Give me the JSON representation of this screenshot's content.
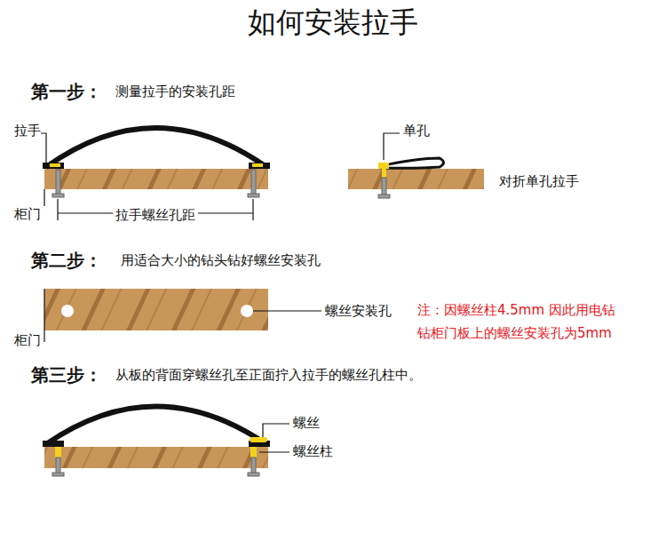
{
  "diagram": {
    "title": "如何安装拉手",
    "labels": [
      "第一步：",
      "测量拉手的安装孔距",
      "拉手",
      "柜门",
      "拉手螺丝孔距",
      "单孔",
      "对折单孔拉手",
      "第二步：",
      "用适合大小的钻头钻好螺丝安装孔",
      "螺丝安装孔",
      "柜门",
      "注：因螺丝柱4.5mm 因此用电钻 钻柜门板上的螺丝安装孔为5mm",
      "第三步：",
      "从板的背面穿螺丝孔至正面拧入拉手的螺丝孔柱中。",
      "螺丝",
      "螺丝柱"
    ]
  }
}
